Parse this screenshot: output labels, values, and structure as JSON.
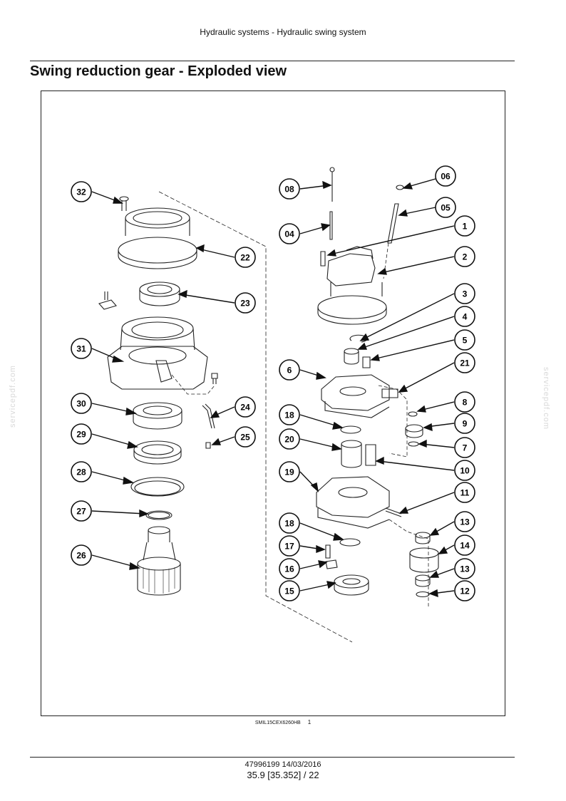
{
  "header": {
    "text": "Hydraulic systems - Hydraulic swing system"
  },
  "title": "Swing reduction gear - Exploded view",
  "figure": {
    "callouts": [
      "32",
      "22",
      "23",
      "31",
      "30",
      "29",
      "28",
      "27",
      "26",
      "24",
      "25",
      "08",
      "06",
      "05",
      "04",
      "1",
      "2",
      "3",
      "4",
      "5",
      "6",
      "21",
      "8",
      "9",
      "7",
      "18",
      "20",
      "10",
      "19",
      "11",
      "18",
      "17",
      "16",
      "15",
      "13",
      "14",
      "13",
      "12"
    ]
  },
  "caption": {
    "code": "SMIL15CEX6260HB",
    "number": "1"
  },
  "footer": {
    "doc": "47996199 14/03/2016",
    "page": "35.9 [35.352] / 22"
  },
  "watermark": {
    "text": "servicepdf.com"
  }
}
